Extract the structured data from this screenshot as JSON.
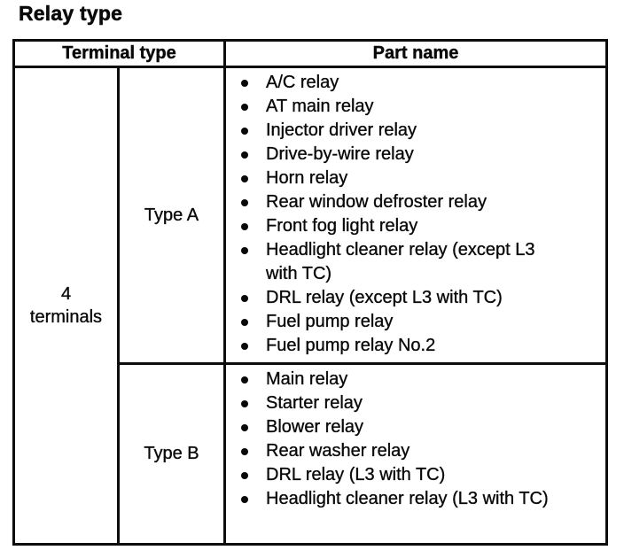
{
  "page": {
    "title": "Relay type"
  },
  "table": {
    "headers": {
      "terminal_type": "Terminal type",
      "part_name": "Part name"
    },
    "terminal": {
      "count": "4",
      "label": "terminals"
    },
    "rows": [
      {
        "type": "Type A",
        "parts": [
          "A/C relay",
          "AT main relay",
          "Injector driver relay",
          "Drive-by-wire relay",
          "Horn relay",
          "Rear window defroster relay",
          "Front fog light relay",
          "Headlight cleaner relay (except L3 with TC)",
          "DRL relay (except L3 with TC)",
          "Fuel pump relay",
          "Fuel pump relay No.2"
        ]
      },
      {
        "type": "Type B",
        "parts": [
          "Main relay",
          "Starter relay",
          "Blower relay",
          "Rear washer relay",
          "DRL relay (L3 with TC)",
          "Headlight cleaner relay (L3 with TC)"
        ]
      }
    ]
  },
  "icons": {
    "bullet": "filled-circle"
  },
  "colors": {
    "text": "#0a0a0a",
    "border": "#0d0d0d",
    "background": "#ffffff"
  }
}
